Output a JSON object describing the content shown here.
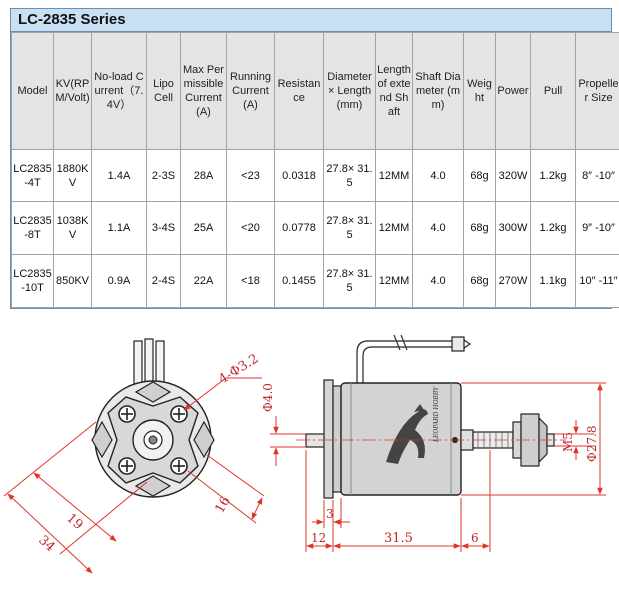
{
  "title": "LC-2835 Series",
  "table": {
    "headers": [
      "Model",
      "KV(RPM/Volt)",
      "No-load Current（7.4V）",
      "Lipo Cell",
      "Max Permissible Current(A)",
      "Running Current(A)",
      "Resistance",
      "Diameter× Length (mm)",
      "Length of extend Shaft",
      "Shaft Diameter (mm)",
      "Weight",
      "Power",
      "Pull",
      "Propeller Size"
    ],
    "rows": [
      [
        "LC2835-4T",
        "1880KV",
        "1.4A",
        "2-3S",
        "28A",
        "<23",
        "0.0318",
        "27.8× 31.5",
        "12MM",
        "4.0",
        "68g",
        "320W",
        "1.2kg",
        "8″ -10″"
      ],
      [
        "LC2835-8T",
        "1038KV",
        "1.1A",
        "3-4S",
        "25A",
        "<20",
        "0.0778",
        "27.8× 31.5",
        "12MM",
        "4.0",
        "68g",
        "300W",
        "1.2kg",
        "9″ -10″"
      ],
      [
        "LC2835-10T",
        "850KV",
        "0.9A",
        "2-4S",
        "22A",
        "<18",
        "0.1455",
        "27.8× 31.5",
        "12MM",
        "4.0",
        "68g",
        "270W",
        "1.1kg",
        "10″ -11″"
      ]
    ]
  },
  "drawing": {
    "front": {
      "hole_callout": "4-Φ3.2",
      "dim_a": "19",
      "dim_b": "34",
      "dim_c": "16"
    },
    "side": {
      "shaft_dia": "Φ4.0",
      "thread": "M5",
      "body_dia": "Φ27.8",
      "dim_3": "3",
      "dim_12": "12",
      "dim_315": "31.5",
      "dim_6": "6",
      "brand": "LEOPARD HOBBY"
    }
  }
}
